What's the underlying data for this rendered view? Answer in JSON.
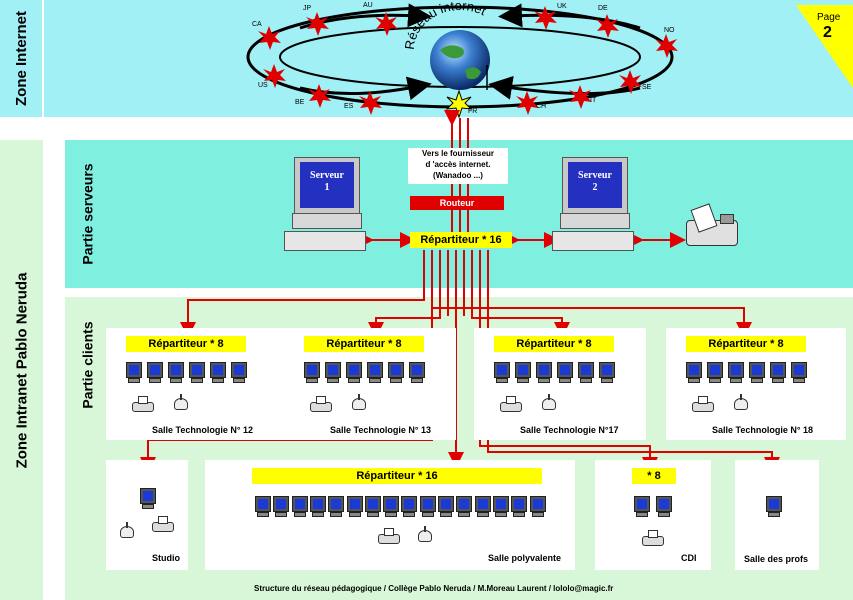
{
  "zones": {
    "internet": "Zone Internet",
    "intranet": "Zone Intranet Pablo Neruda",
    "servers": "Partie serveurs",
    "clients": "Partie clients"
  },
  "page": {
    "label": "Page",
    "number": "2"
  },
  "internet": {
    "title": "Réseau internet",
    "countries": [
      "JP",
      "AU",
      "UK",
      "DE",
      "CA",
      "NO",
      "US",
      "SE",
      "BE",
      "ES",
      "FR",
      "CH",
      "IT"
    ]
  },
  "isp": {
    "line1": "Vers le fournisseur",
    "line2": "d 'accès internet.",
    "line3": "(Wanadoo ...)"
  },
  "router": "Routeur",
  "main_switch": "Répartiteur * 16",
  "servers": [
    {
      "line1": "Serveur",
      "line2": "1"
    },
    {
      "line1": "Serveur",
      "line2": "2"
    }
  ],
  "rooms": [
    {
      "switch": "Répartiteur * 8",
      "name": "Salle Technologie N° 12"
    },
    {
      "switch": "Répartiteur * 8",
      "name": "Salle Technologie N° 13"
    },
    {
      "switch": "Répartiteur * 8",
      "name": "Salle Technologie N°17"
    },
    {
      "switch": "Répartiteur * 8",
      "name": "Salle Technologie N° 18"
    }
  ],
  "bottom_rooms": {
    "studio": "Studio",
    "poly_switch": "Répartiteur * 16",
    "poly": "Salle polyvalente",
    "cdi_switch": "* 8",
    "cdi": "CDI",
    "profs": "Salle des profs"
  },
  "footer": "Structure du réseau pédagogique / Collège Pablo Neruda / M.Moreau Laurent / lololo@magic.fr",
  "colors": {
    "internet_bg": "#9ff0f5",
    "servers_bg": "#7ff0e0",
    "clients_bg": "#d8f7d8",
    "link": "#e00000",
    "switch": "#ffff00",
    "router": "#e00000"
  }
}
